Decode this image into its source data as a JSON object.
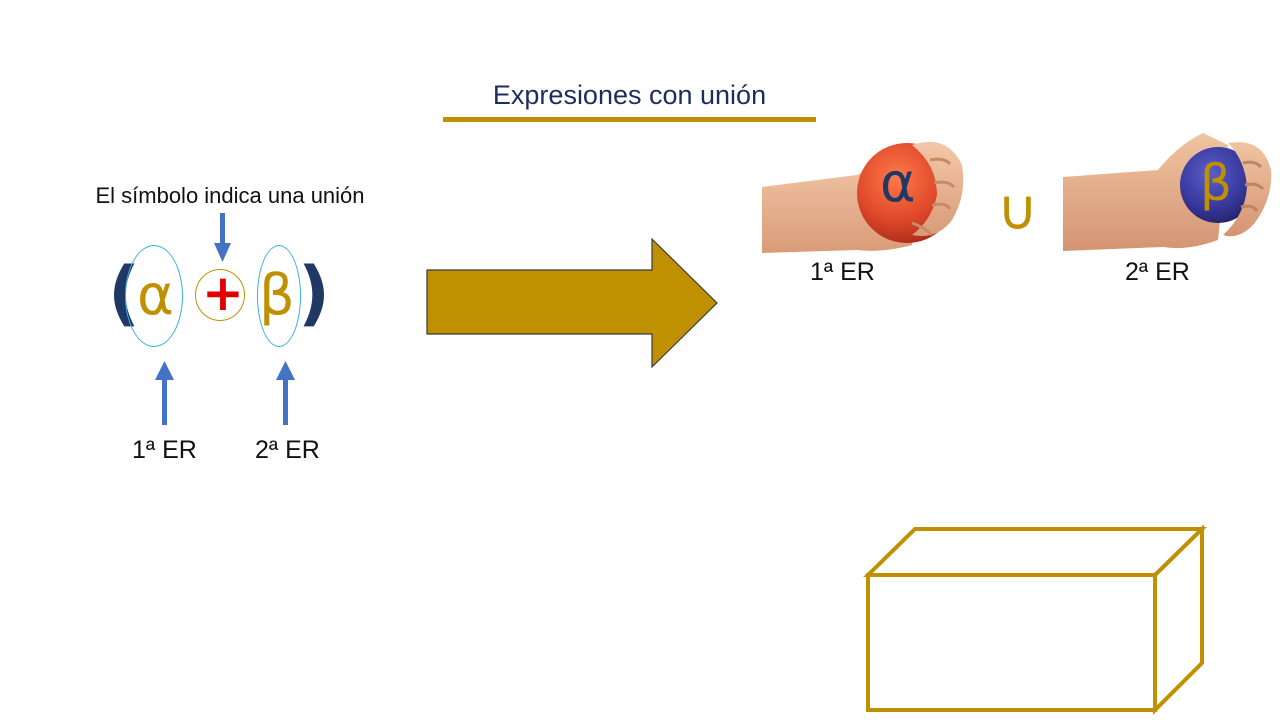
{
  "title": "Expresiones con unión",
  "hint": "El símbolo indica una unión",
  "left_expression": {
    "open_paren": "(",
    "alpha": "α",
    "plus": "+",
    "beta": "β",
    "close_paren": ")",
    "label_first": "1ª ER",
    "label_second": "2ª ER"
  },
  "right_illustration": {
    "alpha": "α",
    "union": "∪",
    "beta": "β",
    "label_first": "1ª ER",
    "label_second": "2ª ER"
  },
  "colors": {
    "gold": "#bf9000",
    "navy": "#1f3864",
    "arrow_blue": "#4472c4",
    "plus_red": "#e00000",
    "ellipse_blue": "#3ab0e0"
  }
}
